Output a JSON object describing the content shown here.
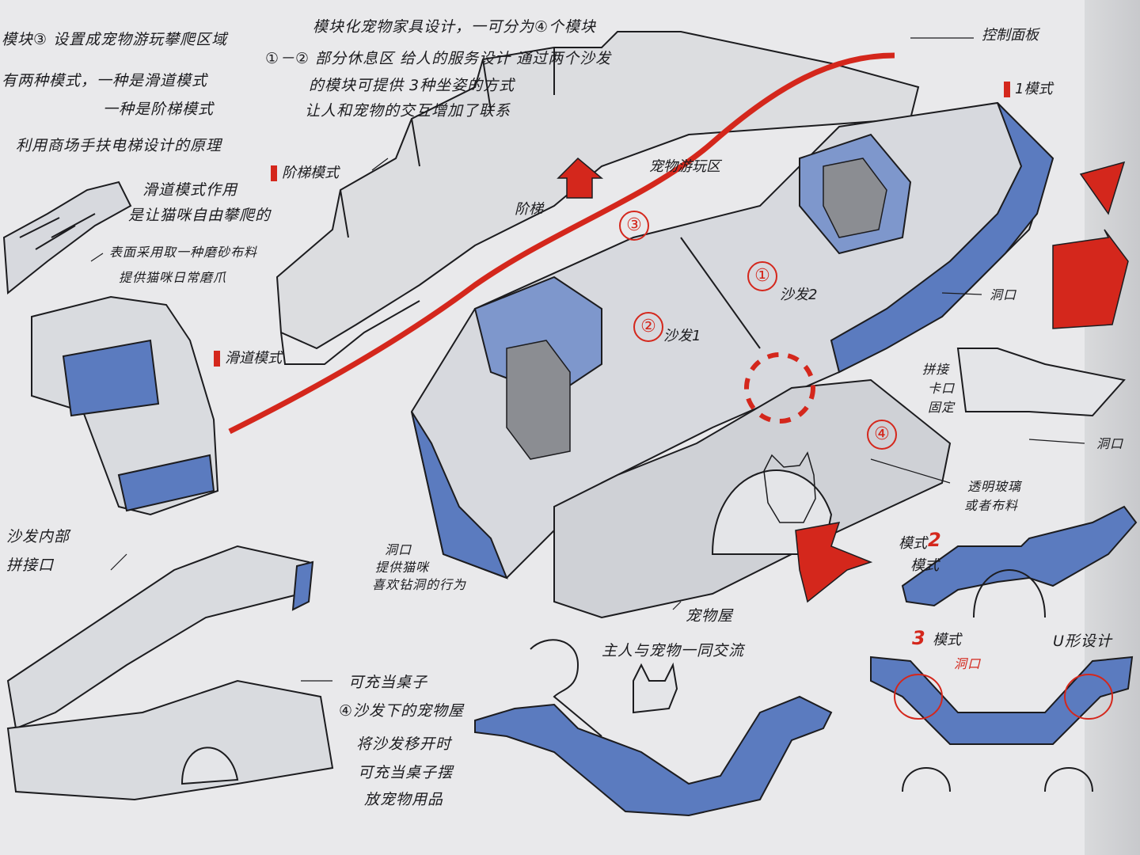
{
  "notes": {
    "module3": "模块③ 设置成宠物游玩攀爬区域",
    "two_modes": "有两种模式，一种是滑道模式",
    "stair_mode_line": "一种是阶梯模式",
    "escalator": "利用商场手扶电梯设计的原理",
    "main_title": "模块化宠物家具设计，一可分为④个模块",
    "rest_area": "①－② 部分休息区  给人的服务设计  通过两个沙发",
    "modules_provide": "的模块可提供 3种坐姿的方式",
    "interaction": "让人和宠物的交互增加了联系",
    "slide_use_1": "滑道模式作用",
    "slide_use_2": "是让猫咪自由攀爬的",
    "surface_1": "表面采用取一种磨砂布料",
    "surface_2": "提供猫咪日常磨爪",
    "sofa_interface_1": "沙发内部",
    "sofa_interface_2": "拼接口",
    "hole_note_1": "洞口",
    "hole_note_2": "提供猫咪",
    "hole_note_3": "喜欢钻洞的行为",
    "table_note": "可充当桌子",
    "pet_house_1": "④沙发下的宠物屋",
    "pet_house_2": "将沙发移开时",
    "pet_house_3": "可充当桌子摆",
    "pet_house_4": "放宠物用品",
    "owner_pet": "主人与宠物一同交流",
    "pet_room": "宠物屋",
    "transparent_1": "透明玻璃",
    "transparent_2": "或者布料",
    "splice_1": "拼接",
    "splice_2": "卡口",
    "splice_3": "固定",
    "hole_label": "洞口",
    "u_design": "U形设计",
    "red_hole": "洞口"
  },
  "tags": {
    "control_panel": "控制面板",
    "mode1": "1模式",
    "stair_mode": "阶梯模式",
    "slide_mode": "滑道模式",
    "pet_play": "宠物游玩区",
    "stairs": "阶梯",
    "sofa1": "沙发1",
    "sofa2": "沙发2",
    "mode2_num": "2",
    "mode2_text_a": "模式",
    "mode2_text_b": "模式",
    "mode3_num": "3",
    "mode3_text": "模式"
  },
  "circled": {
    "one": "①",
    "two": "②",
    "three": "③",
    "four": "④"
  },
  "colors": {
    "paper": "#e9e9eb",
    "ink": "#1c1c1f",
    "marker_blue": "#5b7bbf",
    "marker_red": "#d4271c",
    "shadow_grey": "#9a9ca2"
  }
}
